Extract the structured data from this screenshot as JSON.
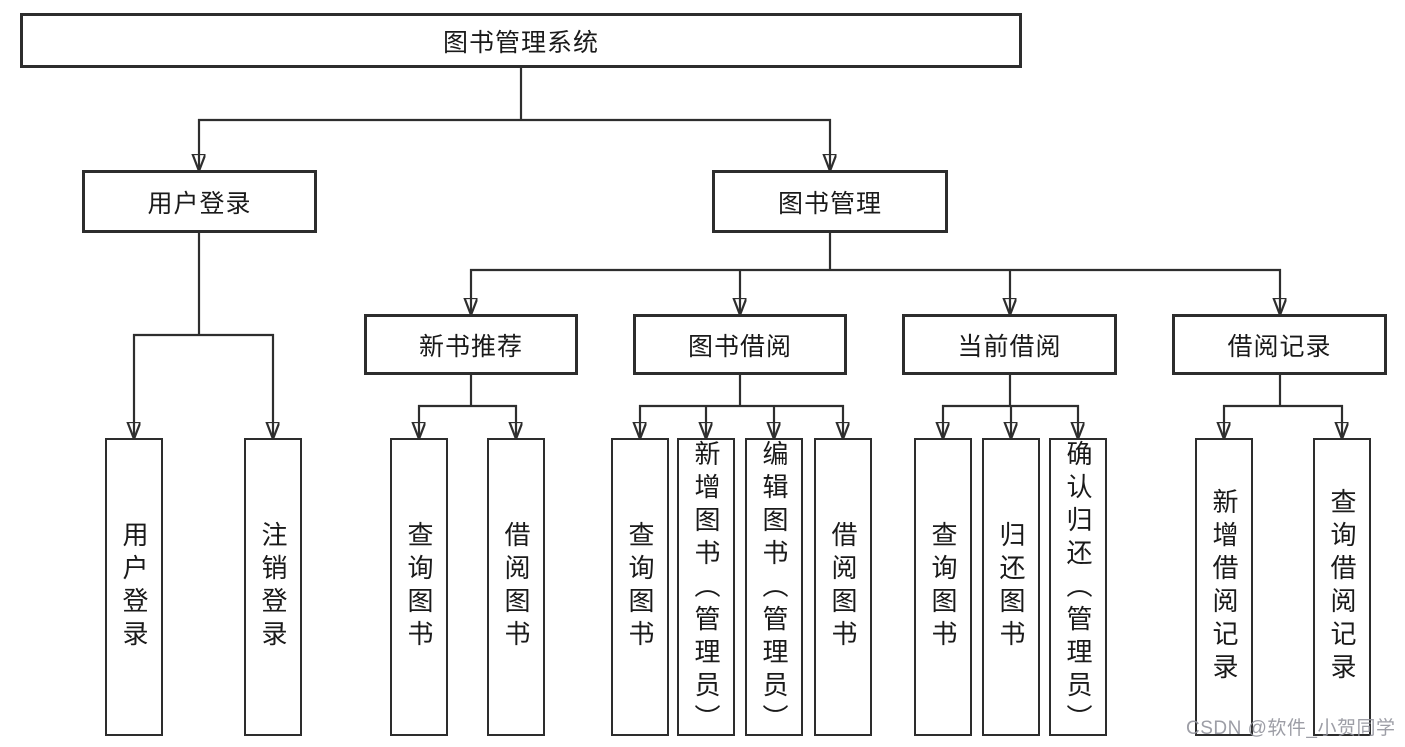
{
  "diagram": {
    "title": "图书管理系统",
    "colors": {
      "line": "#2e2e2e",
      "box_border": "#2d2d2d",
      "text": "#1a1a1a",
      "background": "#ffffff",
      "watermark": "#92939c"
    },
    "root": {
      "label": "图书管理系统",
      "children": [
        {
          "label": "用户登录",
          "children": [
            {
              "label": "用户登录"
            },
            {
              "label": "注销登录"
            }
          ]
        },
        {
          "label": "图书管理",
          "children": [
            {
              "label": "新书推荐",
              "children": [
                {
                  "label": "查询图书"
                },
                {
                  "label": "借阅图书"
                }
              ]
            },
            {
              "label": "图书借阅",
              "children": [
                {
                  "label": "查询图书"
                },
                {
                  "label": "新增图书（管理员）"
                },
                {
                  "label": "编辑图书（管理员）"
                },
                {
                  "label": "借阅图书"
                }
              ]
            },
            {
              "label": "当前借阅",
              "children": [
                {
                  "label": "查询图书"
                },
                {
                  "label": "归还图书"
                },
                {
                  "label": "确认归还（管理员）"
                }
              ]
            },
            {
              "label": "借阅记录",
              "children": [
                {
                  "label": "新增借阅记录"
                },
                {
                  "label": "查询借阅记录"
                }
              ]
            }
          ]
        }
      ]
    }
  },
  "watermark": {
    "text": "CSDN @软件_小贺同学"
  }
}
